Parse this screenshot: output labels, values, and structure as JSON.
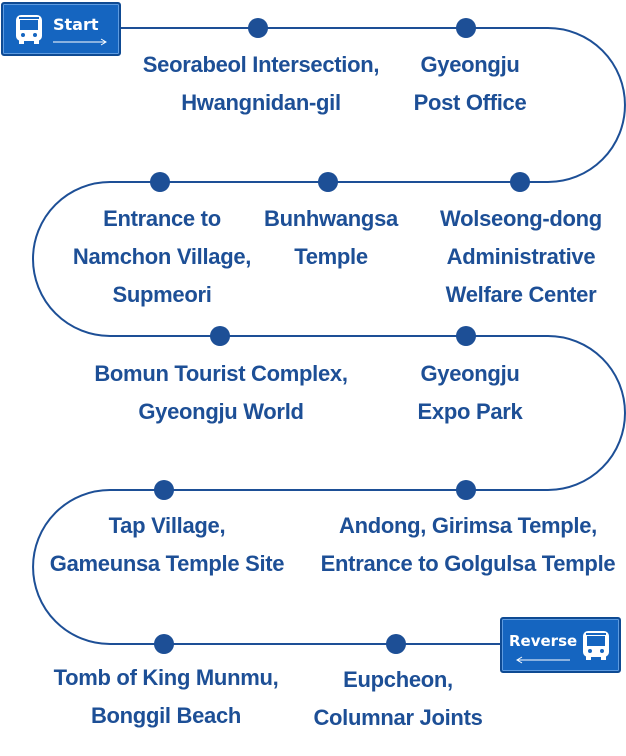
{
  "colors": {
    "line": "#1d4f96",
    "dot": "#1d4f96",
    "label": "#1d4f96",
    "sign": "#1565c0"
  },
  "start_sign": {
    "label": "Start",
    "icon": "bus-icon"
  },
  "reverse_sign": {
    "label": "Reverse",
    "icon": "bus-icon"
  },
  "stops": [
    {
      "line1": "Seorabeol Intersection,",
      "line2": "Hwangnidan-gil",
      "line3": ""
    },
    {
      "line1": "Gyeongju",
      "line2": "Post Office",
      "line3": ""
    },
    {
      "line1": "Wolseong-dong",
      "line2": "Administrative",
      "line3": "Welfare Center"
    },
    {
      "line1": "Bunhwangsa",
      "line2": "Temple",
      "line3": ""
    },
    {
      "line1": "Entrance to",
      "line2": "Namchon Village,",
      "line3": "Supmeori"
    },
    {
      "line1": "Bomun Tourist Complex,",
      "line2": "Gyeongju World",
      "line3": ""
    },
    {
      "line1": "Gyeongju",
      "line2": "Expo Park",
      "line3": ""
    },
    {
      "line1": "Andong, Girimsa Temple,",
      "line2": "Entrance to Golgulsa Temple",
      "line3": ""
    },
    {
      "line1": "Tap Village,",
      "line2": "Gameunsa Temple Site",
      "line3": ""
    },
    {
      "line1": "Tomb of King Munmu,",
      "line2": "Bonggil Beach",
      "line3": ""
    },
    {
      "line1": "Eupcheon,",
      "line2": "Columnar Joints",
      "line3": ""
    }
  ]
}
